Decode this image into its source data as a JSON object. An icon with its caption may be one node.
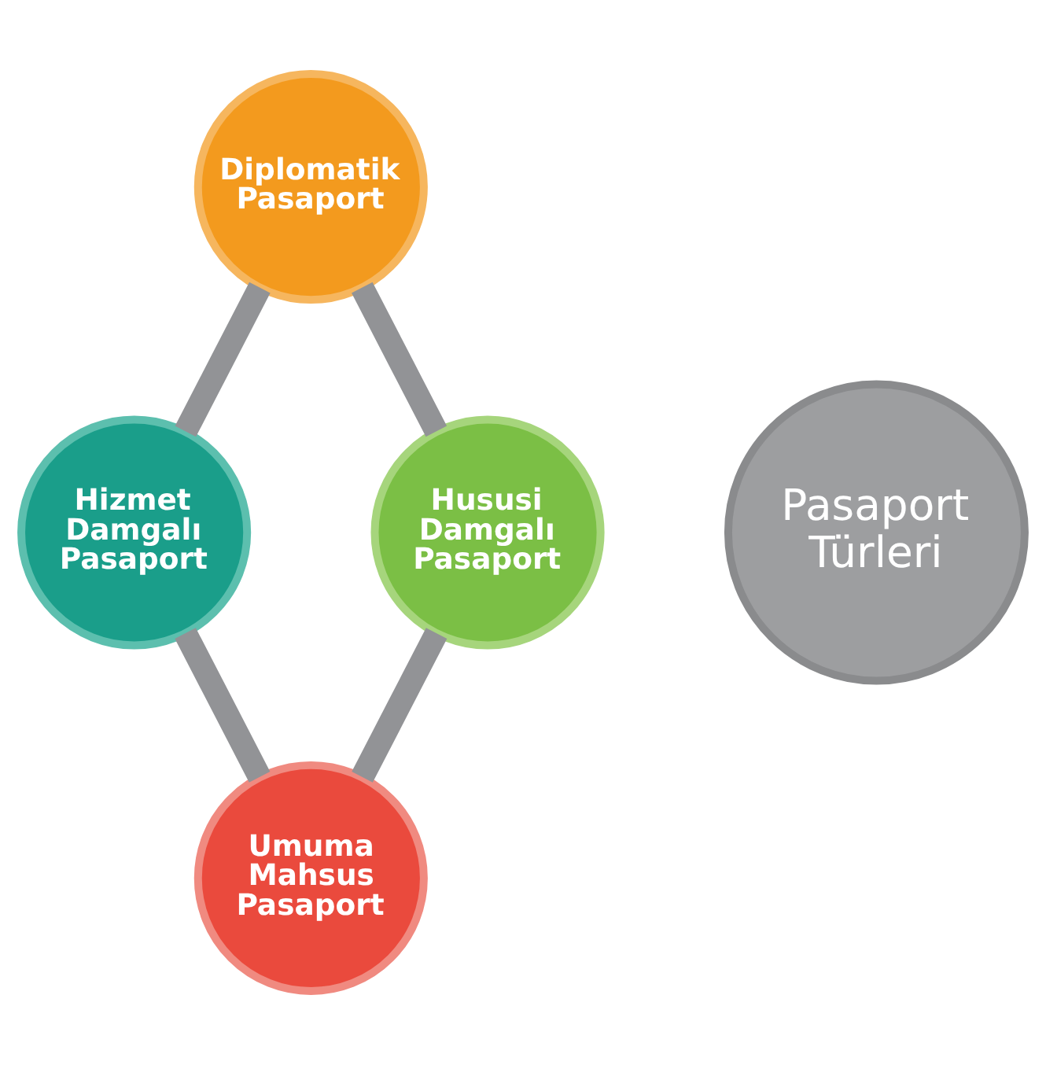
{
  "diagram": {
    "nodes": [
      {
        "text": [
          "Diplomatik Pasaport"
        ]
      },
      {
        "text": [
          "Hizmet Damgalı Pasaport"
        ]
      },
      {
        "text": [
          "Pasaport Türleri"
        ]
      },
      {
        "text": [
          "Hususi Damgalı Pasaport"
        ]
      },
      {
        "text": [
          "Umuma Mahsus Pasaport"
        ]
      }
    ],
    "edges": [
      {
        "from": 0,
        "to": 3,
        "arrow": "none"
      },
      {
        "from": 3,
        "to": 4,
        "arrow": "none"
      },
      {
        "from": 1,
        "to": 4,
        "arrow": "none"
      },
      {
        "from": 0,
        "to": 1,
        "arrow": "none"
      }
    ]
  }
}
